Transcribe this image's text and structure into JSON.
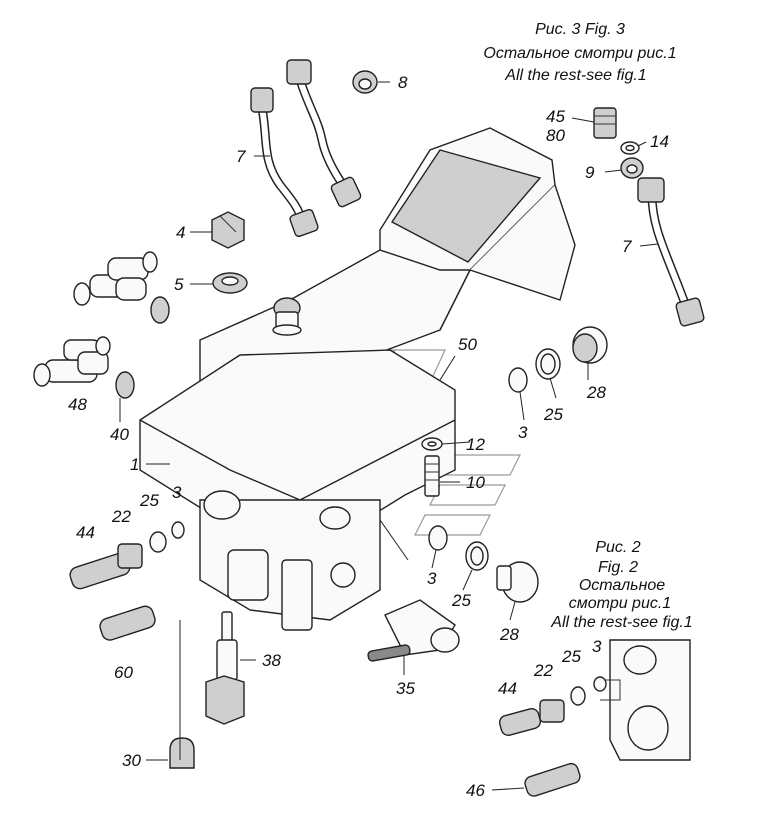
{
  "captions": {
    "fig3_line1": "Рис. 3 Fig. 3",
    "fig3_line2": "Остальное смотри рис.1",
    "fig3_line3": "All the rest-see fig.1",
    "fig2_line1": "Рис. 2",
    "fig2_line2": "Fig. 2",
    "fig2_line3": "Остальное",
    "fig2_line4": "смотри рис.1",
    "fig2_line5": "All the rest-see fig.1"
  },
  "labels": [
    {
      "id": "p8",
      "text": "8"
    },
    {
      "id": "p45",
      "text": "45"
    },
    {
      "id": "p80",
      "text": "80"
    },
    {
      "id": "p14",
      "text": "14"
    },
    {
      "id": "p9",
      "text": "9"
    },
    {
      "id": "p7a",
      "text": "7"
    },
    {
      "id": "p7b",
      "text": "7"
    },
    {
      "id": "p4",
      "text": "4"
    },
    {
      "id": "p5",
      "text": "5"
    },
    {
      "id": "p48",
      "text": "48"
    },
    {
      "id": "p40",
      "text": "40"
    },
    {
      "id": "p1",
      "text": "1"
    },
    {
      "id": "p50",
      "text": "50"
    },
    {
      "id": "p28a",
      "text": "28"
    },
    {
      "id": "p25a",
      "text": "25"
    },
    {
      "id": "p3a",
      "text": "3"
    },
    {
      "id": "p12",
      "text": "12"
    },
    {
      "id": "p10",
      "text": "10"
    },
    {
      "id": "p25b",
      "text": "25"
    },
    {
      "id": "p3b",
      "text": "3"
    },
    {
      "id": "p22a",
      "text": "22"
    },
    {
      "id": "p44a",
      "text": "44"
    },
    {
      "id": "p3c",
      "text": "3"
    },
    {
      "id": "p25c",
      "text": "25"
    },
    {
      "id": "p28b",
      "text": "28"
    },
    {
      "id": "p60",
      "text": "60"
    },
    {
      "id": "p38",
      "text": "38"
    },
    {
      "id": "p35",
      "text": "35"
    },
    {
      "id": "p30",
      "text": "30"
    },
    {
      "id": "p44b",
      "text": "44"
    },
    {
      "id": "p22b",
      "text": "22"
    },
    {
      "id": "p25d",
      "text": "25"
    },
    {
      "id": "p3d",
      "text": "3"
    },
    {
      "id": "p46",
      "text": "46"
    }
  ]
}
